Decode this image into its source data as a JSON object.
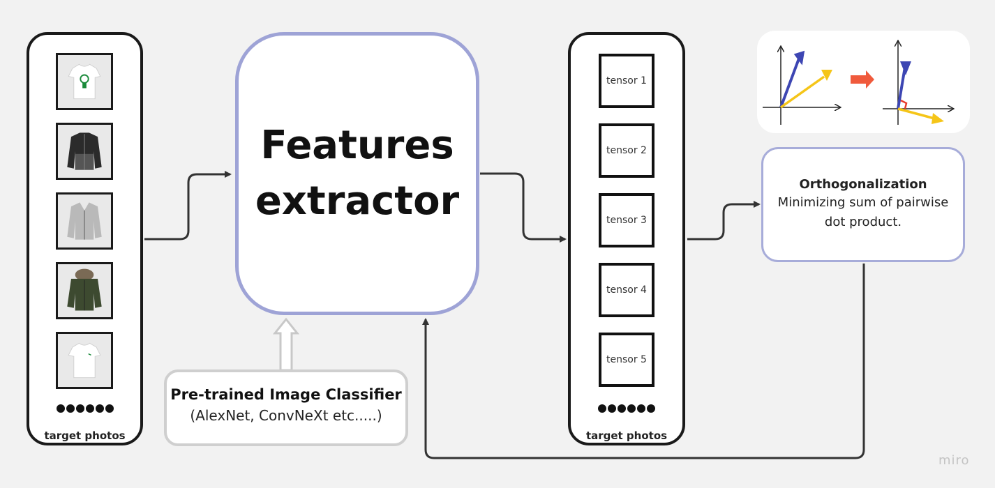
{
  "left_column": {
    "label": "target photos",
    "photos": [
      {
        "icon": "white-tshirt-graphic-icon",
        "color": "#ffffff"
      },
      {
        "icon": "black-fleece-jacket-icon",
        "color": "#2b2b2b"
      },
      {
        "icon": "grey-cardigan-icon",
        "color": "#b7b7b7"
      },
      {
        "icon": "olive-parka-icon",
        "color": "#3d4a30"
      },
      {
        "icon": "white-tshirt-icon",
        "color": "#ffffff"
      }
    ]
  },
  "features_extractor": {
    "line1": "Features",
    "line2": "extractor"
  },
  "classifier": {
    "title": "Pre-trained Image Classifier",
    "subtitle": "(AlexNet, ConvNeXt etc.....)"
  },
  "right_column": {
    "label": "target photos",
    "tensors": [
      "tensor 1",
      "tensor 2",
      "tensor 3",
      "tensor 4",
      "tensor 5"
    ]
  },
  "orthogonalization": {
    "title": "Orthogonalization",
    "line1": "Minimizing sum of pairwise",
    "line2": "dot product."
  },
  "colors": {
    "vector_blue": "#3d46b3",
    "vector_yellow": "#f5c518",
    "arrow_red": "#f05a3c",
    "accent_border": "#9ea3d6"
  },
  "watermark": "miro"
}
